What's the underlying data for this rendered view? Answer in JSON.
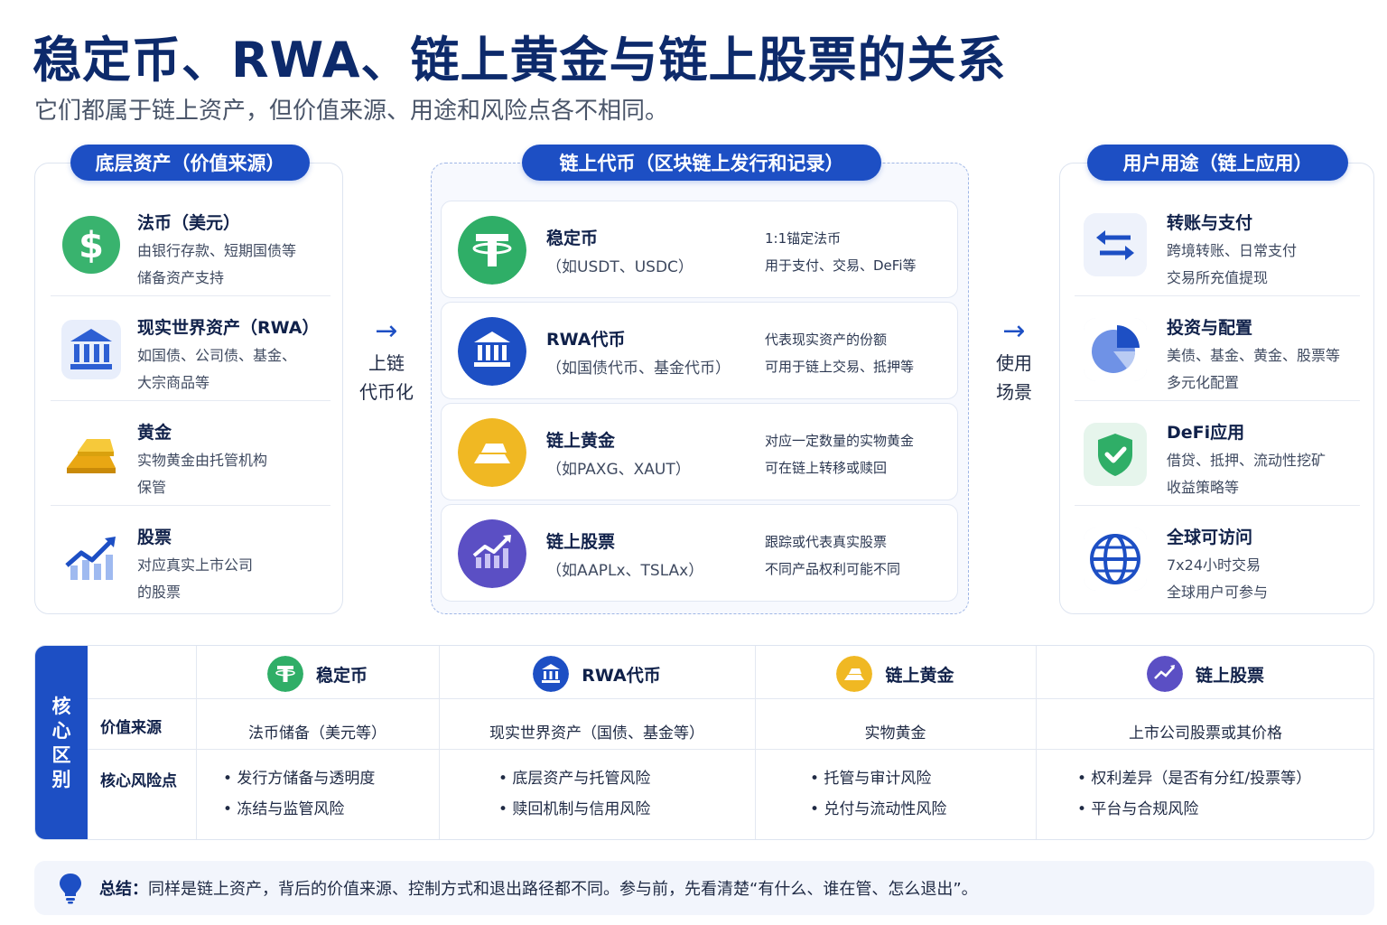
{
  "header": {
    "title": "稳定币、RWA、链上黄金与链上股票的关系",
    "subtitle": "它们都属于链上资产，但价值来源、用途和风险点各不相同。"
  },
  "columns": {
    "left_title": "底层资产（价值来源）",
    "mid_title": "链上代币（区块链上发行和记录）",
    "right_title": "用户用途（链上应用）"
  },
  "left_items": [
    {
      "title": "法币（美元）",
      "d1": "由银行存款、短期国债等",
      "d2": "储备资产支持",
      "icon": "dollar-icon"
    },
    {
      "title": "现实世界资产（RWA）",
      "d1": "如国债、公司债、基金、",
      "d2": "大宗商品等",
      "icon": "bank-icon"
    },
    {
      "title": "黄金",
      "d1": "实物黄金由托管机构",
      "d2": "保管",
      "icon": "gold-bar-icon"
    },
    {
      "title": "股票",
      "d1": "对应真实上市公司",
      "d2": "的股票",
      "icon": "stock-chart-icon"
    }
  ],
  "flow": {
    "left_arrow": "→",
    "left_l1": "上链",
    "left_l2": "代币化",
    "right_arrow": "→",
    "right_l1": "使用",
    "right_l2": "场景"
  },
  "mid_items": [
    {
      "title": "稳定币",
      "example": "（如USDT、USDC）",
      "r1": "1:1锚定法币",
      "r2": "用于支付、交易、DeFi等",
      "color": "#2fae67",
      "icon": "tether-icon"
    },
    {
      "title": "RWA代币",
      "example": "（如国债代币、基金代币）",
      "r1": "代表现实资产的份额",
      "r2": "可用于链上交易、抵押等",
      "color": "#1d4fc4",
      "icon": "bank-icon"
    },
    {
      "title": "链上黄金",
      "example": "（如PAXG、XAUT）",
      "r1": "对应一定数量的实物黄金",
      "r2": "可在链上转移或赎回",
      "color": "#f0b823",
      "icon": "gold-bar-icon"
    },
    {
      "title": "链上股票",
      "example": "（如AAPLx、TSLAx）",
      "r1": "跟踪或代表真实股票",
      "r2": "不同产品权利可能不同",
      "color": "#5b4fc4",
      "icon": "stock-chart-icon"
    }
  ],
  "right_items": [
    {
      "title": "转账与支付",
      "d1": "跨境转账、日常支付",
      "d2": "交易所充值提现",
      "icon": "transfer-icon"
    },
    {
      "title": "投资与配置",
      "d1": "美债、基金、黄金、股票等",
      "d2": "多元化配置",
      "icon": "pie-chart-icon"
    },
    {
      "title": "DeFi应用",
      "d1": "借贷、抵押、流动性挖矿",
      "d2": "收益策略等",
      "icon": "shield-check-icon"
    },
    {
      "title": "全球可访问",
      "d1": "7x24小时交易",
      "d2": "全球用户可参与",
      "icon": "globe-icon"
    }
  ],
  "table": {
    "side_label": [
      "核",
      "心",
      "区",
      "别"
    ],
    "row_value": "价值来源",
    "row_risk": "核心风险点",
    "cols": [
      {
        "name": "稳定币",
        "value": "法币储备（美元等）",
        "risk1": "• 发行方储备与透明度",
        "risk2": "• 冻结与监管风险",
        "color": "#2fae67",
        "icon": "tether-icon"
      },
      {
        "name": "RWA代币",
        "value": "现实世界资产（国债、基金等）",
        "risk1": "• 底层资产与托管风险",
        "risk2": "• 赎回机制与信用风险",
        "color": "#1d4fc4",
        "icon": "bank-icon"
      },
      {
        "name": "链上黄金",
        "value": "实物黄金",
        "risk1": "• 托管与审计风险",
        "risk2": "• 兑付与流动性风险",
        "color": "#f0b823",
        "icon": "gold-bar-icon"
      },
      {
        "name": "链上股票",
        "value": "上市公司股票或其价格",
        "risk1": "• 权利差异（是否有分红/投票等）",
        "risk2": "• 平台与合规风险",
        "color": "#5b4fc4",
        "icon": "stock-chart-icon"
      }
    ]
  },
  "summary": {
    "label": "总结：",
    "text": "同样是链上资产，背后的价值来源、控制方式和退出路径都不同。参与前，先看清楚“有什么、谁在管、怎么退出”。",
    "icon": "lightbulb-icon"
  }
}
